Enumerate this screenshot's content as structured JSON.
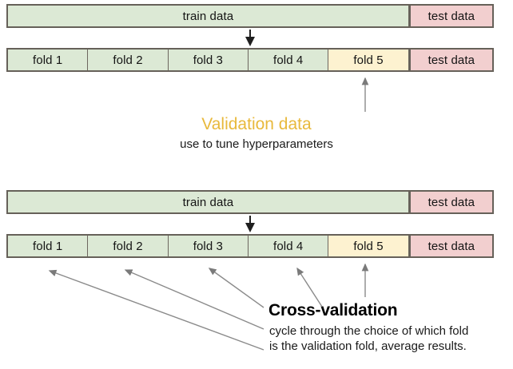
{
  "colors": {
    "train_fill": "#dce9d5",
    "test_fill": "#f2cfcf",
    "validation_fill": "#fdf2d0",
    "border": "#666159",
    "validation_accent": "#e8b93c",
    "arrow": "#555555",
    "text": "#1a1a1a",
    "background": "#ffffff"
  },
  "diagram_top": {
    "train_bar": {
      "segments": [
        {
          "label": "train data",
          "kind": "train",
          "width_pct": 82.8
        },
        {
          "label": "test data",
          "kind": "test",
          "width_pct": 17.2
        }
      ]
    },
    "folds_bar": {
      "segments": [
        {
          "label": "fold 1",
          "kind": "train",
          "width_pct": 16.56
        },
        {
          "label": "fold 2",
          "kind": "train",
          "width_pct": 16.56
        },
        {
          "label": "fold 3",
          "kind": "train",
          "width_pct": 16.56
        },
        {
          "label": "fold 4",
          "kind": "train",
          "width_pct": 16.56
        },
        {
          "label": "fold 5",
          "kind": "validation",
          "width_pct": 16.56
        },
        {
          "label": "test data",
          "kind": "test",
          "width_pct": 17.2
        }
      ]
    },
    "annotation": {
      "title": "Validation data",
      "subtitle": "use to tune hyperparameters"
    }
  },
  "diagram_bottom": {
    "train_bar": {
      "segments": [
        {
          "label": "train data",
          "kind": "train",
          "width_pct": 82.8
        },
        {
          "label": "test data",
          "kind": "test",
          "width_pct": 17.2
        }
      ]
    },
    "folds_bar": {
      "segments": [
        {
          "label": "fold 1",
          "kind": "train",
          "width_pct": 16.56
        },
        {
          "label": "fold 2",
          "kind": "train",
          "width_pct": 16.56
        },
        {
          "label": "fold 3",
          "kind": "train",
          "width_pct": 16.56
        },
        {
          "label": "fold 4",
          "kind": "train",
          "width_pct": 16.56
        },
        {
          "label": "fold 5",
          "kind": "validation",
          "width_pct": 16.56
        },
        {
          "label": "test data",
          "kind": "test",
          "width_pct": 17.2
        }
      ]
    },
    "annotation": {
      "title": "Cross-validation",
      "line1": "cycle through the choice of which fold",
      "line2": "is the validation fold, average results."
    }
  },
  "arrows": {
    "split_arrow_top": "down-arrow-icon",
    "split_arrow_bottom": "down-arrow-icon",
    "validation_pointer": "up-arrow-icon",
    "cv_pointers": "fan-of-arrows-icon"
  }
}
